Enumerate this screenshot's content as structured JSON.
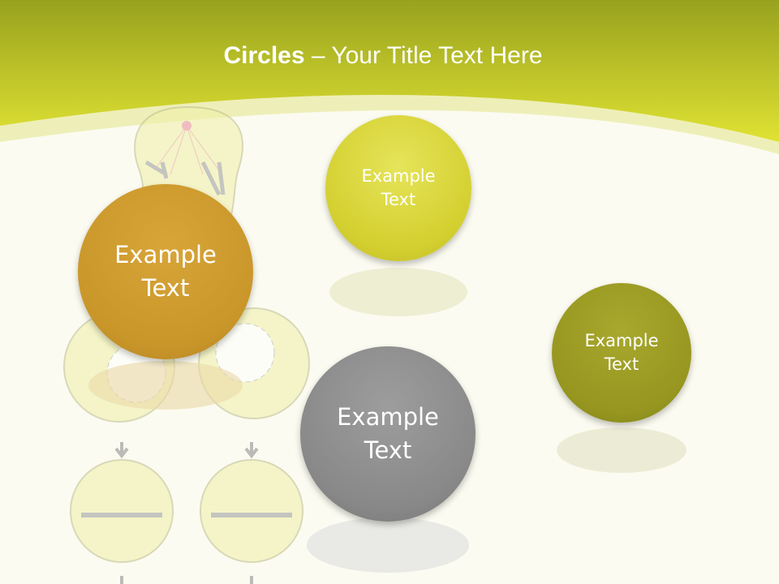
{
  "title": {
    "bold": "Circles",
    "rest": " – Your Title Text Here"
  },
  "circles": [
    {
      "line1": "Example",
      "line2": "Text",
      "color": "#dbd83b"
    },
    {
      "line1": "Example",
      "line2": "Text",
      "color": "#c9962a"
    },
    {
      "line1": "Example",
      "line2": "Text",
      "color": "#8c8c8c"
    },
    {
      "line1": "Example",
      "line2": "Text",
      "color": "#9a9a22"
    }
  ]
}
